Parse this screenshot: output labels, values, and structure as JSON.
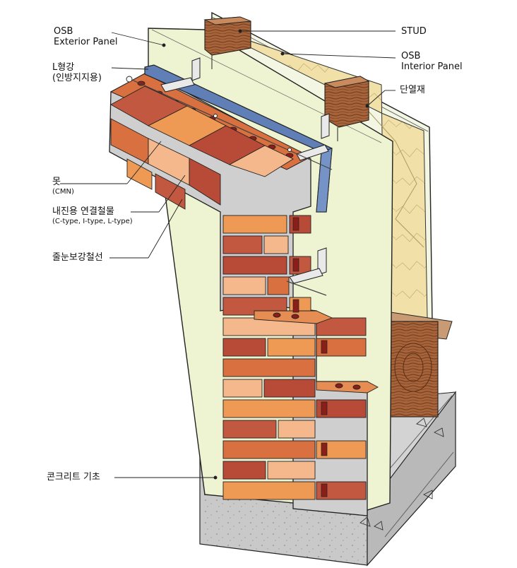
{
  "labels": {
    "osb_exterior": {
      "line1": "OSB",
      "line2": "Exterior Panel"
    },
    "l_angle": {
      "line1": "L형강",
      "line2": "(인방지지용)"
    },
    "nail": {
      "line1": "못",
      "line2": "(CMN)"
    },
    "seismic_tie": {
      "line1": "내진용 연결철물",
      "line2": "(C-type, I-type, L-type)"
    },
    "joint_reinforcement": {
      "line1": "줄눈보강철선"
    },
    "stud": {
      "line1": "STUD"
    },
    "osb_interior": {
      "line1": "OSB",
      "line2": "Interior Panel"
    },
    "insulation": {
      "line1": "단열재"
    },
    "foundation": {
      "line1": "콘크리트 기초"
    }
  },
  "colors": {
    "brick_dark": "#b84a38",
    "brick_mid": "#d9703f",
    "brick_orange": "#ee9a55",
    "brick_light": "#f4b88c",
    "mortar": "#cfcfcf",
    "osb_panel": "#eef4d2",
    "insulation": "#f0dfa6",
    "stud_wood": "#a45e38",
    "steel_angle": "#5f7fb6",
    "concrete": "#c6c6c6",
    "leader_line": "#222222"
  }
}
